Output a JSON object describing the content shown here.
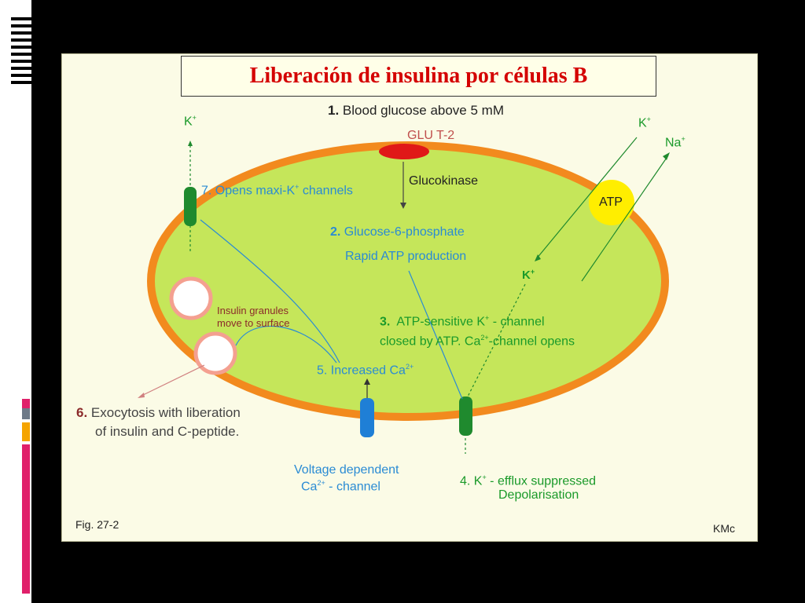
{
  "slide": {
    "title": "Liberación de insulina por células B"
  },
  "labels": {
    "step1_num": "1.",
    "step1_text": "Blood glucose above 5 mM",
    "glut2": "GLU T-2",
    "glucokinase": "Glucokinase",
    "step2_num": "2.",
    "step2_line1": "Glucose-6-phosphate",
    "step2_line2": "Rapid ATP production",
    "atp": "ATP",
    "k_top_left": "K",
    "k_top_right": "K",
    "na_top_right": "Na",
    "k_inside": "K",
    "step3_num": "3.",
    "step3_line1": "ATP-sensitive  K",
    "step3_line1_tail": " - channel",
    "step3_line2": "closed by ATP. Ca",
    "step3_line2_tail": "-channel opens",
    "step7": "7. Opens maxi-K",
    "step7_tail": " channels",
    "granules_line1": "Insulin granules",
    "granules_line2": "move to surface",
    "step5": "5. Increased Ca",
    "step6_num": "6.",
    "step6_line1": "Exocytosis with liberation",
    "step6_line2": "of insulin and C-peptide.",
    "voltage_line1": "Voltage dependent",
    "voltage_line2": "Ca",
    "voltage_line2_tail": " - channel",
    "step4_line1": "4. K",
    "step4_line1_tail": " - efflux suppressed",
    "step4_line2": "Depolarisation",
    "fig": "Fig. 27-2",
    "credit": "KMc"
  },
  "colors": {
    "cell_fill": "#c5e65a",
    "membrane": "#f28a1e",
    "glut2": "#e01818",
    "atp_circle": "#ffee00",
    "title_text": "#d40000",
    "channel_green": "#1f8a2e",
    "channel_blue": "#1f7fd6"
  },
  "icons": {
    "glut2": "red-ellipse-transporter",
    "k_channels": "green-cylinder-channel",
    "ca_channel": "blue-cylinder-channel",
    "granules": "circle-vesicle"
  }
}
